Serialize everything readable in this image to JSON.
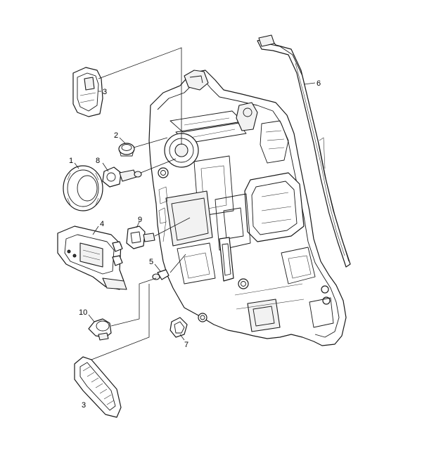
{
  "diagram": {
    "callouts": [
      {
        "id": "c1",
        "text": "1"
      },
      {
        "id": "c2",
        "text": "2"
      },
      {
        "id": "c3a",
        "text": "3"
      },
      {
        "id": "c3b",
        "text": "3"
      },
      {
        "id": "c4",
        "text": "4"
      },
      {
        "id": "c5",
        "text": "5"
      },
      {
        "id": "c6",
        "text": "6"
      },
      {
        "id": "c7",
        "text": "7"
      },
      {
        "id": "c8",
        "text": "8"
      },
      {
        "id": "c9",
        "text": "9"
      },
      {
        "id": "c10",
        "text": "10"
      }
    ]
  }
}
